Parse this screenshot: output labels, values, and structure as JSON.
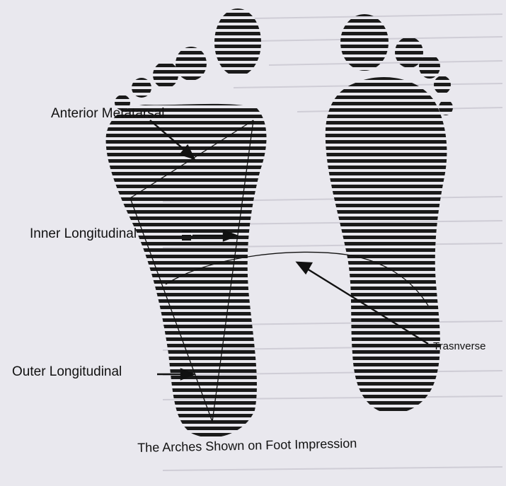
{
  "labels": {
    "anterior": "Anterior Metatarsal",
    "inner": "Inner Longitudinal",
    "outer": "Outer Longitudinal",
    "transverse": "Trasnverse"
  },
  "caption": "The Arches Shown on Foot Impression",
  "colors": {
    "paper": "#e9e8ee",
    "ink": "#111111",
    "hatch": "#1a1a1a",
    "bleed_text": "#c9c8d0"
  }
}
